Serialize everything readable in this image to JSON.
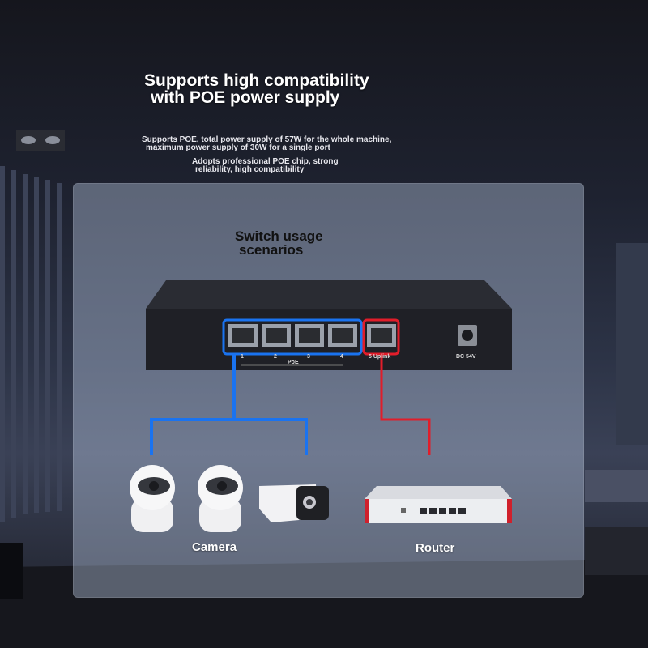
{
  "header": {
    "title_line1": "Supports high compatibility",
    "title_line2": "with POE power supply",
    "desc_line1": "Supports POE, total power supply of 57W for the whole machine,",
    "desc_line2": "maximum power supply of 30W for a single port",
    "desc_line3": "Adopts professional POE chip, strong",
    "desc_line4": "reliability, high compatibility"
  },
  "scenario": {
    "title_line1": "Switch usage",
    "title_line2": "scenarios"
  },
  "switch": {
    "port_labels": [
      "1",
      "2",
      "3",
      "4"
    ],
    "poe_label": "PoE",
    "uplink_label": "5 Uplink",
    "dc_label": "DC 54V"
  },
  "devices": {
    "camera_label": "Camera",
    "router_label": "Router"
  },
  "colors": {
    "poe_line": "#1a73f0",
    "uplink_line": "#e11d2a"
  }
}
